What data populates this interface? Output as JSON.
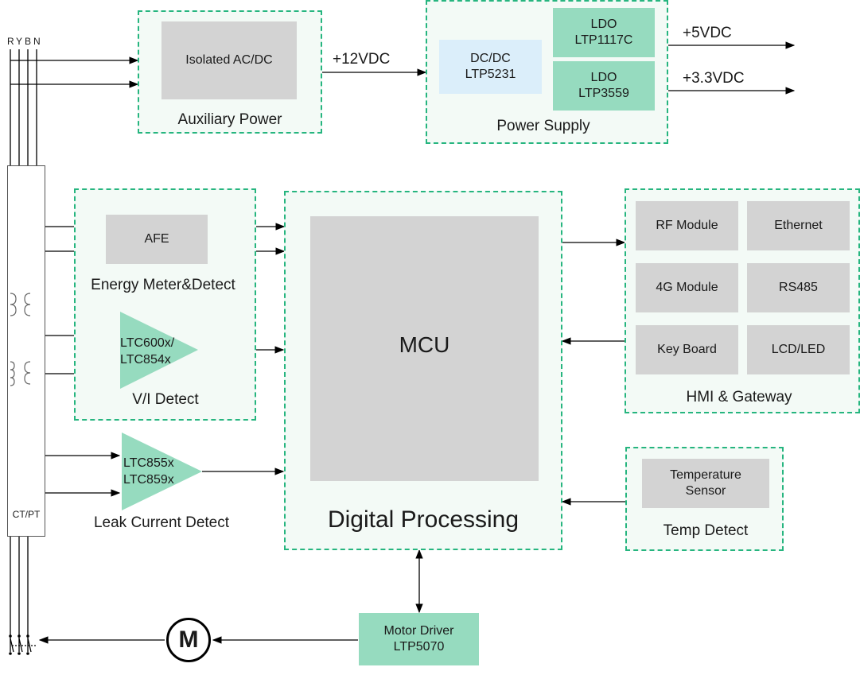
{
  "phases": [
    "R",
    "Y",
    "B",
    "N"
  ],
  "ctpt_label": "CT/PT",
  "auxiliary": {
    "block": "Isolated AC/DC",
    "caption": "Auxiliary Power"
  },
  "supply_line": "+12VDC",
  "power_supply": {
    "dcdc": "DC/DC\nLTP5231",
    "ldo1": "LDO\nLTP1117C",
    "ldo2": "LDO\nLTP3559",
    "caption": "Power Supply",
    "out1": "+5VDC",
    "out2": "+3.3VDC"
  },
  "energy": {
    "block": "AFE",
    "caption": "Energy Meter&Detect"
  },
  "vi": {
    "amp": "LTC600x/\nLTC854x",
    "caption": "V/I Detect"
  },
  "leak": {
    "amp": "LTC855x\nLTC859x",
    "caption": "Leak Current Detect"
  },
  "digital": {
    "block": "MCU",
    "caption": "Digital Processing"
  },
  "hmi": {
    "rf": "RF Module",
    "ethernet": "Ethernet",
    "g4": "4G Module",
    "rs485": "RS485",
    "keyboard": "Key Board",
    "lcd": "LCD/LED",
    "caption": "HMI & Gateway"
  },
  "temp": {
    "block": "Temperature\nSensor",
    "caption": "Temp Detect"
  },
  "motor_driver": "Motor Driver\nLTP5070",
  "motor": "M",
  "colors": {
    "dashed_border": "#26b57f",
    "green_block": "#96dbbf",
    "gray_block": "#d3d3d3",
    "blue_block": "#dbeefa"
  }
}
